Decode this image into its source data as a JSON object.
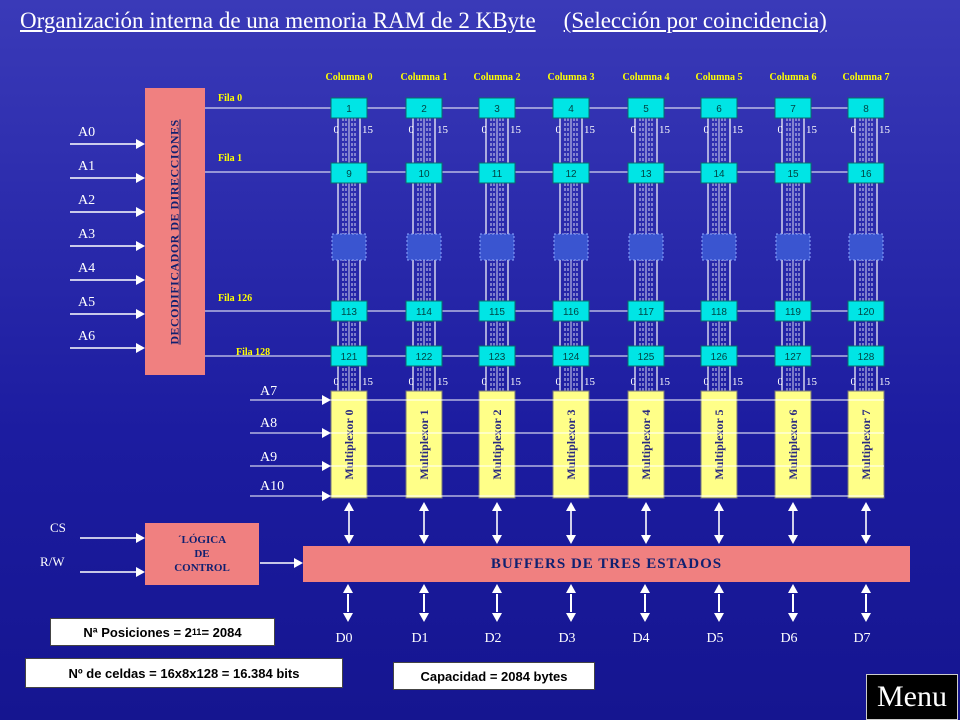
{
  "title": {
    "main": "Organización interna de una memoria RAM de 2 KByte",
    "sub": "(Selección por coincidencia)"
  },
  "columns": [
    "Columna 0",
    "Columna 1",
    "Columna 2",
    "Columna 3",
    "Columna 4",
    "Columna 5",
    "Columna 6",
    "Columna 7"
  ],
  "rows": [
    "Fila  0",
    "Fila  1",
    "Fila  126",
    "Fila  128"
  ],
  "cells": {
    "row0": [
      "1",
      "2",
      "3",
      "4",
      "5",
      "6",
      "7",
      "8"
    ],
    "row1": [
      "9",
      "10",
      "11",
      "12",
      "13",
      "14",
      "15",
      "16"
    ],
    "row126": [
      "113",
      "114",
      "115",
      "116",
      "117",
      "118",
      "119",
      "120"
    ],
    "row128": [
      "121",
      "122",
      "123",
      "124",
      "125",
      "126",
      "127",
      "128"
    ]
  },
  "bit_range": {
    "start": "0",
    "end": "15"
  },
  "address_lines_decoder": [
    "A0",
    "A1",
    "A2",
    "A3",
    "A4",
    "A5",
    "A6"
  ],
  "address_lines_mux": [
    "A7",
    "A8",
    "A9",
    "A10"
  ],
  "decoder_label": "DECODIFICADOR  DE  DIRECCIONES",
  "multiplexors": [
    "Multiplexor  0",
    "Multiplexor  1",
    "Multiplexor  2",
    "Multiplexor  3",
    "Multiplexor  4",
    "Multiplexor  5",
    "Multiplexor  6",
    "Multiplexor  7"
  ],
  "control": {
    "inputs": [
      "CS",
      "R/W"
    ],
    "logic_label": [
      "´LÓGICA",
      "DE",
      "CONTROL"
    ]
  },
  "buffers_label": "BUFFERS  DE  TRES  ESTADOS",
  "data_lines": [
    "D0",
    "D1",
    "D2",
    "D3",
    "D4",
    "D5",
    "D6",
    "D7"
  ],
  "info": {
    "positions_prefix": "Nª Posiciones = 2",
    "positions_exp": "11",
    "positions_suffix": " = 2084",
    "cells": "Nº de celdas = 16x8x128 = 16.384 bits",
    "capacity": "Capacidad = 2084 bytes"
  },
  "menu_label": "Menu",
  "colors": {
    "background": "#2323a8",
    "cell": "#00e5e5",
    "multiplexor": "#ffff88",
    "decoder": "#f08080",
    "line": "#ffffff",
    "mid_block": "#3a55d0"
  }
}
